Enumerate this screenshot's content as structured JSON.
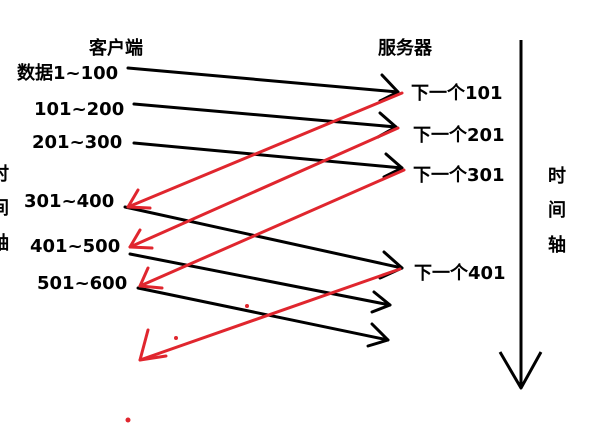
{
  "headers": {
    "client": "客户端",
    "server": "服务器"
  },
  "client_labels": [
    "数据1~100",
    "101~200",
    "201~300",
    "301~400",
    "401~500",
    "501~600"
  ],
  "server_labels": [
    "下一个101",
    "下一个201",
    "下一个301",
    "下一个401"
  ],
  "time_axis_label": [
    "时",
    "间",
    "轴"
  ],
  "colors": {
    "send": "#000000",
    "ack": "#e0262e"
  }
}
